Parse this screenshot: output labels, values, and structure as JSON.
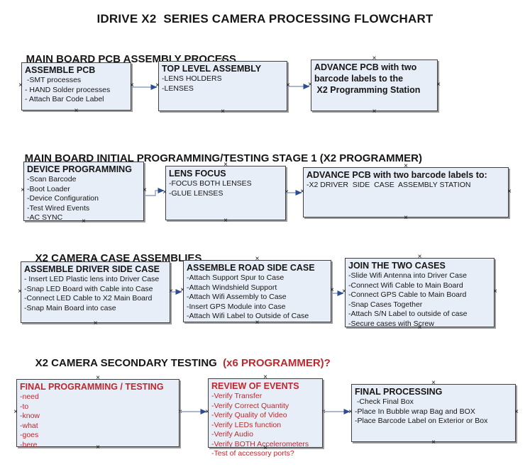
{
  "title": "IDRIVE X2  SERIES CAMERA PROCESSING FLOWCHART",
  "icons": {
    "connector_handle": "×"
  },
  "colors": {
    "box_fill": "#e8eef7",
    "box_border": "#404040",
    "box_shadow": "#9b9b9b",
    "arrow_line": "#8fa0c2",
    "arrow_head": "#2e4d8e",
    "red_text": "#c0272d",
    "black_text": "#161616"
  },
  "sections": [
    {
      "heading": "MAIN BOARD PCB ASSEMBLY PROCESS",
      "boxes": [
        {
          "title": "ASSEMBLE PCB",
          "items": [
            " -SMT processes",
            "- HAND Solder processes",
            "- Attach Bar Code Label"
          ]
        },
        {
          "title": "TOP LEVEL ASSEMBLY",
          "items": [
            "-LENS HOLDERS",
            "-LENSES"
          ]
        },
        {
          "title": "ADVANCE PCB with two\nbarcode labels to the\n X2 Programming Station",
          "items": []
        }
      ]
    },
    {
      "heading": "MAIN BOARD INITIAL PROGRAMMING/TESTING STAGE 1 (X2 PROGRAMMER)",
      "boxes": [
        {
          "title": "DEVICE PROGRAMMING",
          "items": [
            "-Scan Barcode",
            "-Boot Loader",
            "-Device Configuration",
            "-Test Wired Events",
            "-AC SYNC"
          ]
        },
        {
          "title": "LENS FOCUS",
          "items": [
            "-FOCUS BOTH LENSES",
            "-GLUE LENSES"
          ]
        },
        {
          "title": "ADVANCE PCB with two barcode labels to:",
          "items": [
            "-X2 DRIVER  SIDE  CASE  ASSEMBLY STATION"
          ]
        }
      ]
    },
    {
      "heading": "X2 CAMERA CASE ASSEMBLIES",
      "boxes": [
        {
          "title": "ASSEMBLE DRIVER SIDE CASE",
          "items": [
            "- Insert LED Plastic lens into Driver Case",
            "-Snap LED Board with Cable into Case",
            "-Connect LED Cable to X2 Main Board",
            "-Snap Main Board into case"
          ]
        },
        {
          "title": "ASSEMBLE ROAD SIDE CASE",
          "items": [
            "-Attach Support Spur to Case",
            "-Attach Windshield Support",
            "-Attach Wifi Assembly to Case",
            "-Insert GPS Module into Case",
            "-Attach Wifi Label to Outside of Case"
          ]
        },
        {
          "title": "JOIN THE TWO CASES",
          "items": [
            "-Slide Wifi Antenna into Driver Case",
            "-Connect Wifi Cable to Main Board",
            "-Connect GPS Cable to Main Board",
            "-Snap Cases Together",
            "-Attach S/N Label to outside of case",
            "-Secure cases with Screw"
          ]
        }
      ]
    },
    {
      "heading": "X2 CAMERA SECONDARY TESTING",
      "heading_red": "  (x6 PROGRAMMER)?",
      "boxes": [
        {
          "title": "FINAL PROGRAMMING / TESTING",
          "items": [
            "-need",
            "-to",
            "-know",
            "-what",
            "-goes",
            "-here"
          ]
        },
        {
          "title": "REVIEW OF EVENTS",
          "items": [
            "-Verify Transfer",
            "-Verify Correct Quantity",
            "-Verify Quality of Video",
            "-Verify LEDs function",
            "-Verify Audio",
            "-Verify BOTH Accelerometers",
            "-Test of accessory ports?"
          ]
        },
        {
          "title": "FINAL PROCESSING",
          "items": [
            " -Check Final Box",
            "-Place In Bubble wrap Bag and BOX",
            "-Place Barcode Label on Exterior or Box"
          ]
        }
      ]
    }
  ]
}
